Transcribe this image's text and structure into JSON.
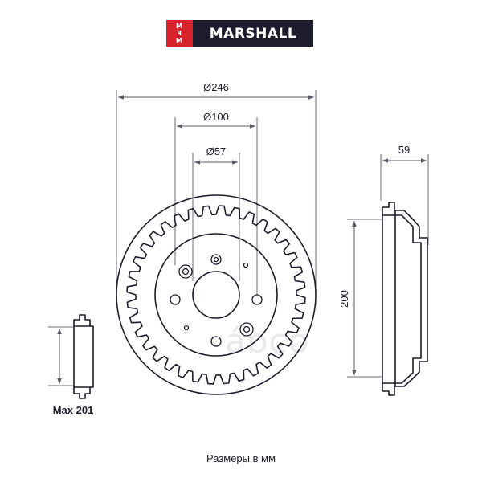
{
  "brand": {
    "mark_lines": [
      "M",
      "∃",
      "M"
    ],
    "name": "MARSHALL",
    "colors": {
      "dark": "#1c1c2c",
      "red": "#d6232b"
    }
  },
  "dimensions": {
    "outer_diameter": "Ø246",
    "bolt_circle": "Ø100",
    "center_bore": "Ø57",
    "width": "59",
    "height": "200",
    "max_inner": "Max 201"
  },
  "watermark": "ábco",
  "footer": {
    "units_note": "Размеры в мм"
  },
  "drum": {
    "teeth": 36
  }
}
